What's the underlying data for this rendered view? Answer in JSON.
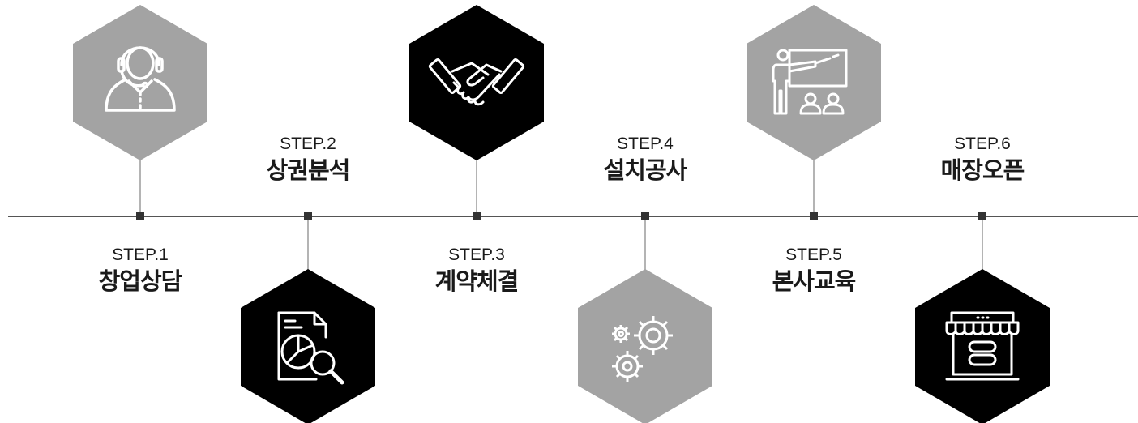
{
  "colors": {
    "line": "#555555",
    "connector": "#9a9a9a",
    "node": "#333333",
    "hex_gray": "#a3a3a3",
    "hex_black": "#000000",
    "icon": "#ffffff"
  },
  "steps": [
    {
      "num": "STEP.1",
      "name": "창업상담",
      "icon": "headset-agent-icon",
      "hex_color": "gray"
    },
    {
      "num": "STEP.2",
      "name": "상권분석",
      "icon": "analysis-report-icon",
      "hex_color": "black"
    },
    {
      "num": "STEP.3",
      "name": "계약체결",
      "icon": "handshake-icon",
      "hex_color": "black"
    },
    {
      "num": "STEP.4",
      "name": "설치공사",
      "icon": "gears-icon",
      "hex_color": "gray"
    },
    {
      "num": "STEP.5",
      "name": "본사교육",
      "icon": "presentation-icon",
      "hex_color": "gray"
    },
    {
      "num": "STEP.6",
      "name": "매장오픈",
      "icon": "storefront-icon",
      "hex_color": "black"
    }
  ]
}
